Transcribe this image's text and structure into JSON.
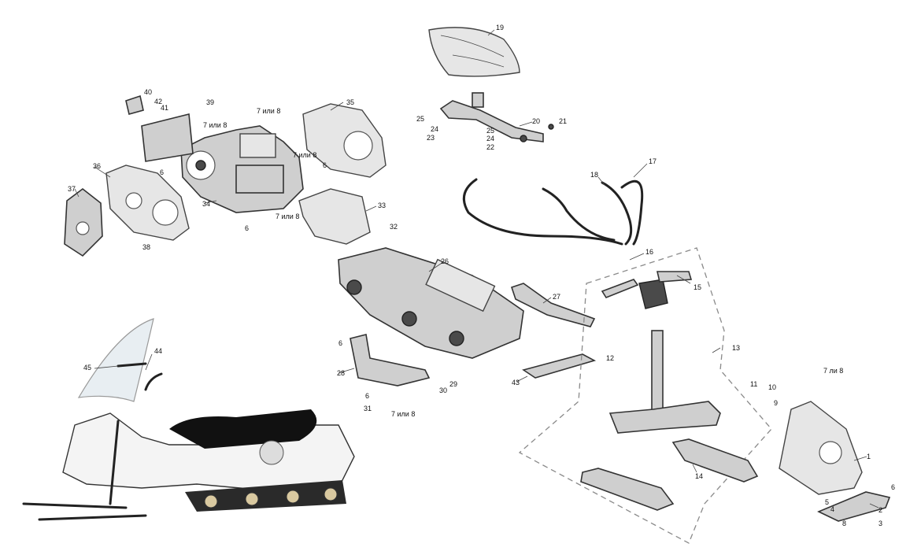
{
  "callouts": {
    "c1": "1",
    "c2": "2",
    "c3": "3",
    "c4": "4",
    "c5": "5",
    "c6a": "6",
    "c6b": "6",
    "c6c": "6",
    "c6d": "6",
    "c6e": "6",
    "c6f": "6",
    "c7a": "7 или 8",
    "c7b": "7 или 8",
    "c7c": "7 или 8",
    "c7d": "7 или 8",
    "c7e": "7 или 8",
    "c7f": "7 ли 8",
    "c8": "8",
    "c9": "9",
    "c10": "10",
    "c11": "11",
    "c12": "12",
    "c13": "13",
    "c14": "14",
    "c15": "15",
    "c16": "16",
    "c17": "17",
    "c18": "18",
    "c19": "19",
    "c20": "20",
    "c21": "21",
    "c22": "22",
    "c23": "23",
    "c24a": "24",
    "c24b": "24",
    "c25a": "25",
    "c25b": "25",
    "c26": "26",
    "c27": "27",
    "c28": "28",
    "c29": "29",
    "c30": "30",
    "c31": "31",
    "c32": "32",
    "c33": "33",
    "c34": "34",
    "c35": "35",
    "c36": "36",
    "c37": "37",
    "c38": "38",
    "c39": "39",
    "c40": "40",
    "c41": "41",
    "c42": "42",
    "c43": "43",
    "c44": "44",
    "c45": "45"
  },
  "colors": {
    "background": "#ffffff",
    "part_fill": "#cfcfcf",
    "part_outline": "#333333",
    "dashed_frame": "#8a8a8a",
    "snowmobile_body": "#f4f4f4",
    "snowmobile_seat": "#111111"
  }
}
